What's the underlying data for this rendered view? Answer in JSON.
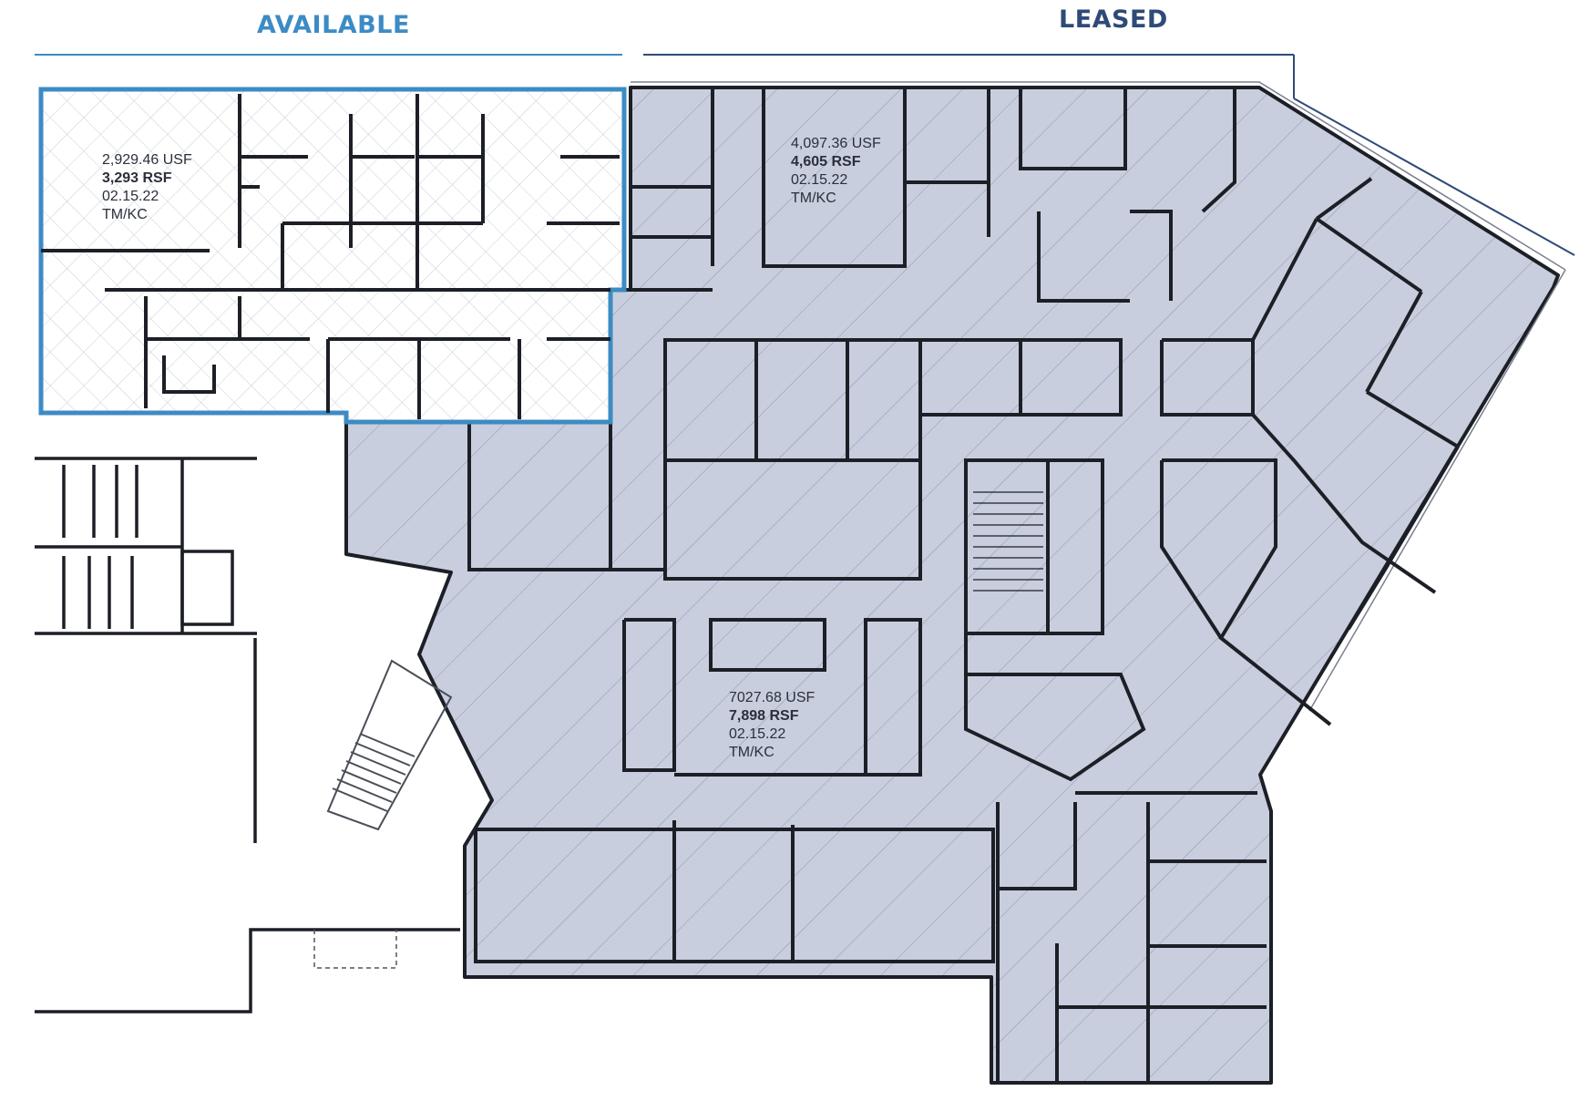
{
  "headers": {
    "available": "AVAILABLE",
    "leased": "LEASED"
  },
  "colors": {
    "available_accent": "#3d8bc4",
    "leased_accent": "#2e4a78",
    "leased_fill": "#c8cedd",
    "wall": "#1c1f26"
  },
  "suites": [
    {
      "status": "available",
      "usf": "2,929.46 USF",
      "rsf": "3,293 RSF",
      "date": "02.15.22",
      "initials": "TM/KC"
    },
    {
      "status": "leased",
      "usf": "4,097.36 USF",
      "rsf": "4,605 RSF",
      "date": "02.15.22",
      "initials": "TM/KC"
    },
    {
      "status": "leased",
      "usf": "7027.68 USF",
      "rsf": "7,898 RSF",
      "date": "02.15.22",
      "initials": "TM/KC"
    }
  ]
}
